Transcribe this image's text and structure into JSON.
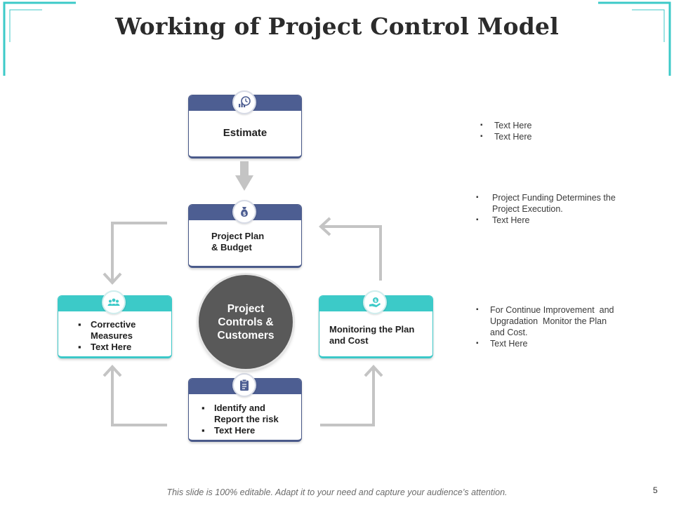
{
  "slide": {
    "title": "Working of Project Control Model",
    "footer": "This slide is 100% editable. Adapt it to your need and capture your audience’s attention.",
    "page_number": "5"
  },
  "colors": {
    "navy": "#4d5e92",
    "teal": "#3ccac8",
    "circle": "#595959",
    "arrow": "#c4c4c4"
  },
  "diagram": {
    "center": {
      "line1": "Project",
      "line2": "Controls &",
      "line3": "Customers"
    },
    "estimate": {
      "label": "Estimate",
      "icon": "chart-clock-icon"
    },
    "plan": {
      "line1": "Project Plan",
      "line2": "& Budget",
      "icon": "money-bag-icon"
    },
    "corrective": {
      "items": [
        "Corrective Measures",
        "Text Here"
      ],
      "icon": "people-group-icon"
    },
    "monitoring": {
      "line1": "Monitoring the Plan",
      "line2": "and Cost",
      "icon": "hand-coin-icon"
    },
    "risk": {
      "items": [
        "Identify and Report the risk",
        "Text Here"
      ],
      "icon": "clipboard-icon"
    }
  },
  "side_notes": {
    "note1": [
      "Text Here",
      "Text Here"
    ],
    "note2": [
      "Project Funding Determines the Project Execution.",
      "Text Here"
    ],
    "note3": [
      "For Continue Improvement  and Upgradation  Monitor the Plan and Cost.",
      "Text Here"
    ]
  }
}
